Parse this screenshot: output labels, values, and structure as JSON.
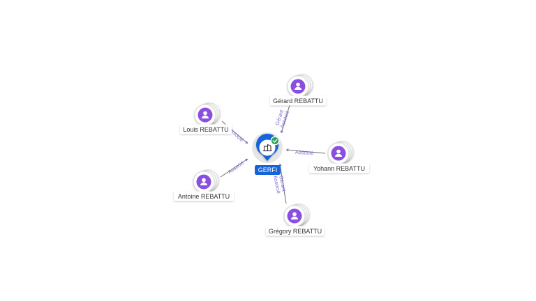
{
  "company": {
    "name": "GERFI",
    "icon": "building-icon",
    "status_icon": "check-badge-icon",
    "colors": {
      "pin": "#1565d8",
      "label_bg": "#1565d8",
      "status": "#2e9e5b",
      "halo": "#e6e6e6"
    }
  },
  "people": [
    {
      "id": "gerard",
      "name": "Gérard REBATTU",
      "relation": [
        "Gérant",
        "Associé"
      ]
    },
    {
      "id": "louis",
      "name": "Louis REBATTU",
      "relation": [
        "Associé"
      ]
    },
    {
      "id": "yohann",
      "name": "Yohann REBATTU",
      "relation": [
        "Associé"
      ]
    },
    {
      "id": "antoine",
      "name": "Antoine REBATTU",
      "relation": [
        "Associé"
      ]
    },
    {
      "id": "gregory",
      "name": "Grégory REBATTU",
      "relation": [
        "Gérant",
        "Associé"
      ]
    }
  ],
  "person_icon": "person-icon",
  "colors": {
    "person_circle": "#8a4fe0",
    "edge_label": "#7b6fd6",
    "edge_line": "#6b6b6b"
  }
}
